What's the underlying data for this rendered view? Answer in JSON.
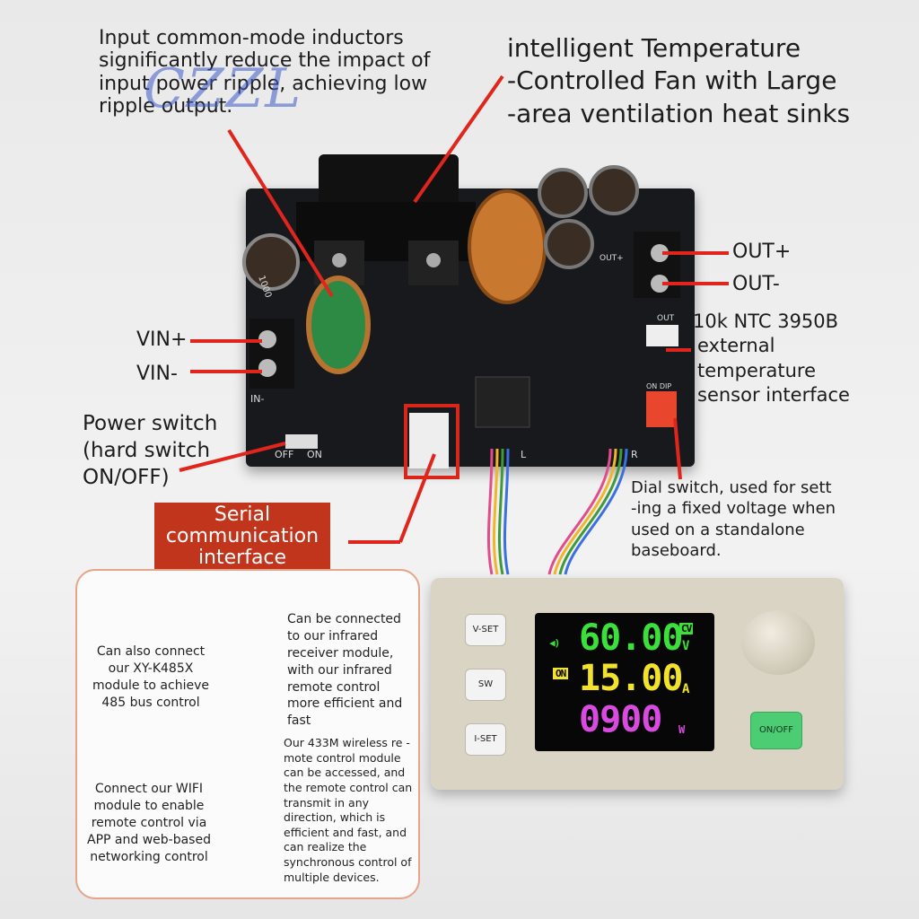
{
  "watermark": "CZZL",
  "callouts": {
    "inductor": "Input common-mode inductors significantly reduce the impact of input power ripple, achieving low ripple output.",
    "fan_l1": "intelligent Temperature",
    "fan_l2": "-Controlled Fan with Large",
    "fan_l3": "-area ventilation heat sinks",
    "out_plus": "OUT+",
    "out_minus": "OUT-",
    "vin_plus": "VIN+",
    "vin_minus": "VIN-",
    "ntc_l1": "10k NTC 3950B",
    "ntc_l2": "external",
    "ntc_l3": "temperature",
    "ntc_l4": "sensor interface",
    "power_l1": "Power switch",
    "power_l2": "(hard switch",
    "power_l3": "ON/OFF)",
    "dial_l1": "Dial switch, used for sett",
    "dial_l2": "-ing a fixed voltage when",
    "dial_l3": "used on a standalone",
    "dial_l4": "baseboard.",
    "serial_l1": "Serial",
    "serial_l2": "communication",
    "serial_l3": "interface"
  },
  "pcb_labels": {
    "in_minus": "IN-",
    "off": "OFF",
    "on": "ON",
    "out_plus_silk": "OUT+",
    "out_silk": "OUT",
    "dip": "ON DIP",
    "left_conn": "L",
    "right_conn": "R",
    "cap": "1000"
  },
  "features": {
    "rs485": "Can also connect our XY-K485X module to achieve 485 bus control",
    "ir": "Can be connected to our infrared receiver module, with our infrared remote control more efficient and fast",
    "wifi": "Connect our WIFI module to enable remote control via APP and web-based networking control",
    "rf433": "Our 433M wireless re -mote control module can be accessed, and the remote control can transmit in any direction, which is efficient and fast, and can realize the synchronous control of multiple devices."
  },
  "meter": {
    "btn_vset": "V-SET",
    "btn_sw": "SW",
    "btn_iset": "I-SET",
    "btn_onoff": "ON/OFF",
    "voltage": "60.00",
    "cv_badge": "CV",
    "volt_unit": "V",
    "current": "15.00",
    "amp_unit": "A",
    "power": "0900",
    "watt_unit": "W",
    "on_badge": "ON"
  },
  "colors": {
    "accent_red": "#c0351c",
    "voltage_green": "#3be03b",
    "current_yellow": "#f2e22c",
    "power_magenta": "#d94be0",
    "arrow_red": "#e0261c"
  }
}
